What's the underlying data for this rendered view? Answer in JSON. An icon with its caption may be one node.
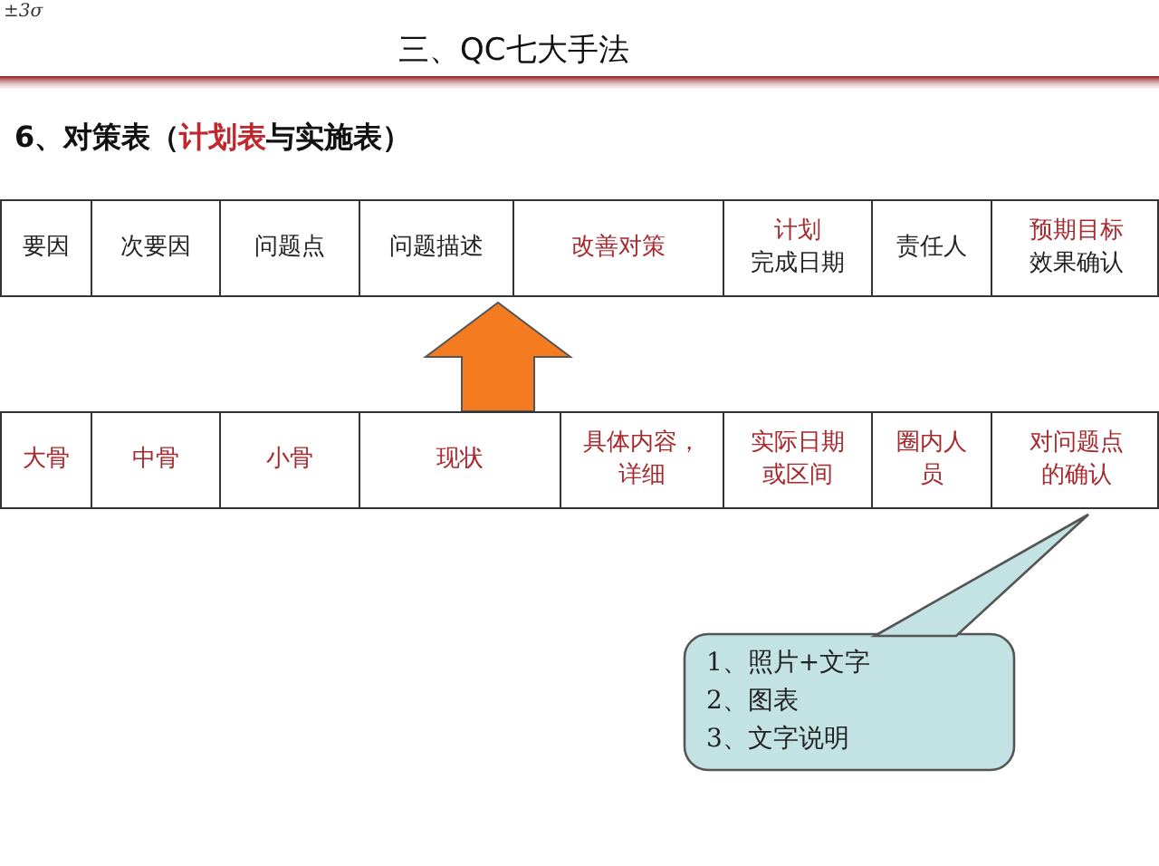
{
  "diagram": {
    "title": "三、QC七大手法",
    "nodes": [
      {
        "text": [],
        "shape": "box"
      },
      {
        "text": [
          "要因"
        ],
        "in": 0
      },
      {
        "text": [
          "次要因"
        ],
        "in": 0
      },
      {
        "text": [
          "问题点"
        ],
        "in": 0
      },
      {
        "text": [
          "问题描述"
        ],
        "in": 0
      },
      {
        "text": [
          "改善对策"
        ],
        "in": 0
      },
      {
        "text": [
          "计划",
          "完成日期"
        ],
        "in": 0
      },
      {
        "text": [
          "责任人"
        ],
        "in": 0
      },
      {
        "text": [
          "预期目标",
          "效果确认"
        ],
        "in": 0
      },
      {
        "text": [],
        "shape": "box"
      },
      {
        "text": [
          "大骨"
        ],
        "in": 9
      },
      {
        "text": [
          "中骨"
        ],
        "in": 9
      },
      {
        "text": [
          "小骨"
        ],
        "in": 9
      },
      {
        "text": [
          "现状"
        ],
        "in": 9
      },
      {
        "text": [
          "具体内容，详细"
        ],
        "in": 9
      },
      {
        "text": [
          "实际日期或区间"
        ],
        "in": 9
      },
      {
        "text": [
          "圈内人员"
        ],
        "in": 9
      },
      {
        "text": [
          "对问题点的确认"
        ],
        "in": 9
      },
      {
        "text": [
          "1、照片+文字",
          "2、图表",
          "3、文字说明"
        ]
      }
    ],
    "edges": [
      {
        "from": 9,
        "to": 0,
        "arrow": "to",
        "style": "thick",
        "color": "#f47b20"
      },
      {
        "from": 18,
        "to": 17,
        "arrow": "none"
      }
    ],
    "labels": [
      "±3σ",
      "6、对策表（",
      "计划表",
      "与实施表）"
    ]
  }
}
